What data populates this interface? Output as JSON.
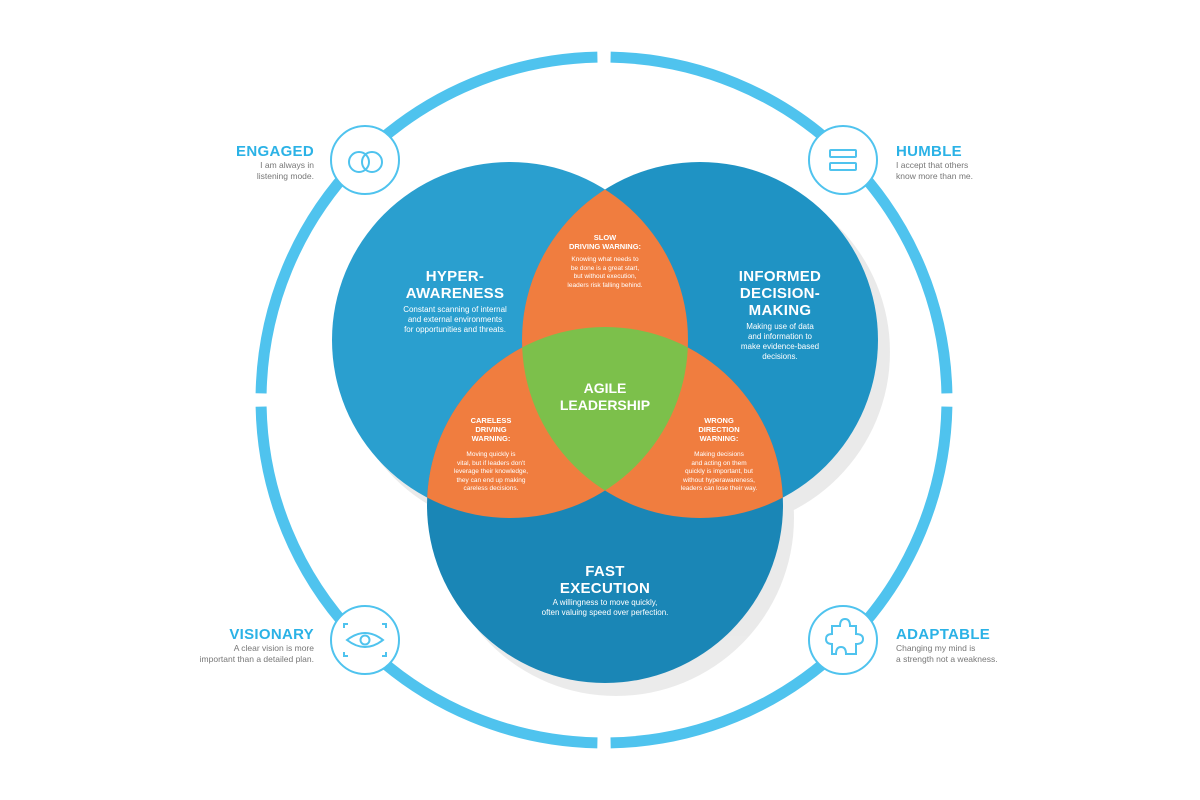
{
  "colors": {
    "ring": "#4fc3ee",
    "circle_top_left": "#2a9fcf",
    "circle_top_right": "#1f93c4",
    "circle_bottom": "#1a86b6",
    "warning": "#f07d3f",
    "center": "#7cc04b",
    "trait_title": "#2bb2e6",
    "trait_desc": "#777777"
  },
  "traits": {
    "engaged": {
      "title": "ENGAGED",
      "desc": [
        "I am always in",
        "listening mode."
      ],
      "icon": "rings-icon"
    },
    "humble": {
      "title": "HUMBLE",
      "desc": [
        "I accept that others",
        "know more than me."
      ],
      "icon": "equals-icon"
    },
    "visionary": {
      "title": "VISIONARY",
      "desc": [
        "A clear vision is more",
        "important than a detailed plan."
      ],
      "icon": "eye-icon"
    },
    "adaptable": {
      "title": "ADAPTABLE",
      "desc": [
        "Changing my mind is",
        "a strength not a weakness."
      ],
      "icon": "puzzle-piece-icon"
    }
  },
  "circles": {
    "hyper_awareness": {
      "title": [
        "HYPER-",
        "AWARENESS"
      ],
      "desc": [
        "Constant scanning of internal",
        "and external environments",
        "for opportunities and threats."
      ]
    },
    "informed_decision": {
      "title": [
        "INFORMED",
        "DECISION-",
        "MAKING"
      ],
      "desc": [
        "Making use of data",
        "and information to",
        "make evidence-based",
        "decisions."
      ]
    },
    "fast_execution": {
      "title": [
        "FAST",
        "EXECUTION"
      ],
      "desc": [
        "A willingness to move quickly,",
        "often valuing speed over perfection."
      ]
    }
  },
  "warnings": {
    "slow": {
      "title": [
        "SLOW",
        "DRIVING WARNING:"
      ],
      "desc": [
        "Knowing what needs to",
        "be done is a great start,",
        "but without execution,",
        "leaders risk falling behind."
      ]
    },
    "careless": {
      "title": [
        "CARELESS",
        "DRIVING",
        "WARNING:"
      ],
      "desc": [
        "Moving quickly is",
        "vital, but if leaders don't",
        "leverage their knowledge,",
        "they can end up making",
        "careless decisions."
      ]
    },
    "wrong": {
      "title": [
        "WRONG",
        "DIRECTION",
        "WARNING:"
      ],
      "desc": [
        "Making decisions",
        "and acting on them",
        "quickly is important, but",
        "without hyperawareness,",
        "leaders can lose their way."
      ]
    }
  },
  "center": {
    "title": [
      "AGILE",
      "LEADERSHIP"
    ]
  }
}
